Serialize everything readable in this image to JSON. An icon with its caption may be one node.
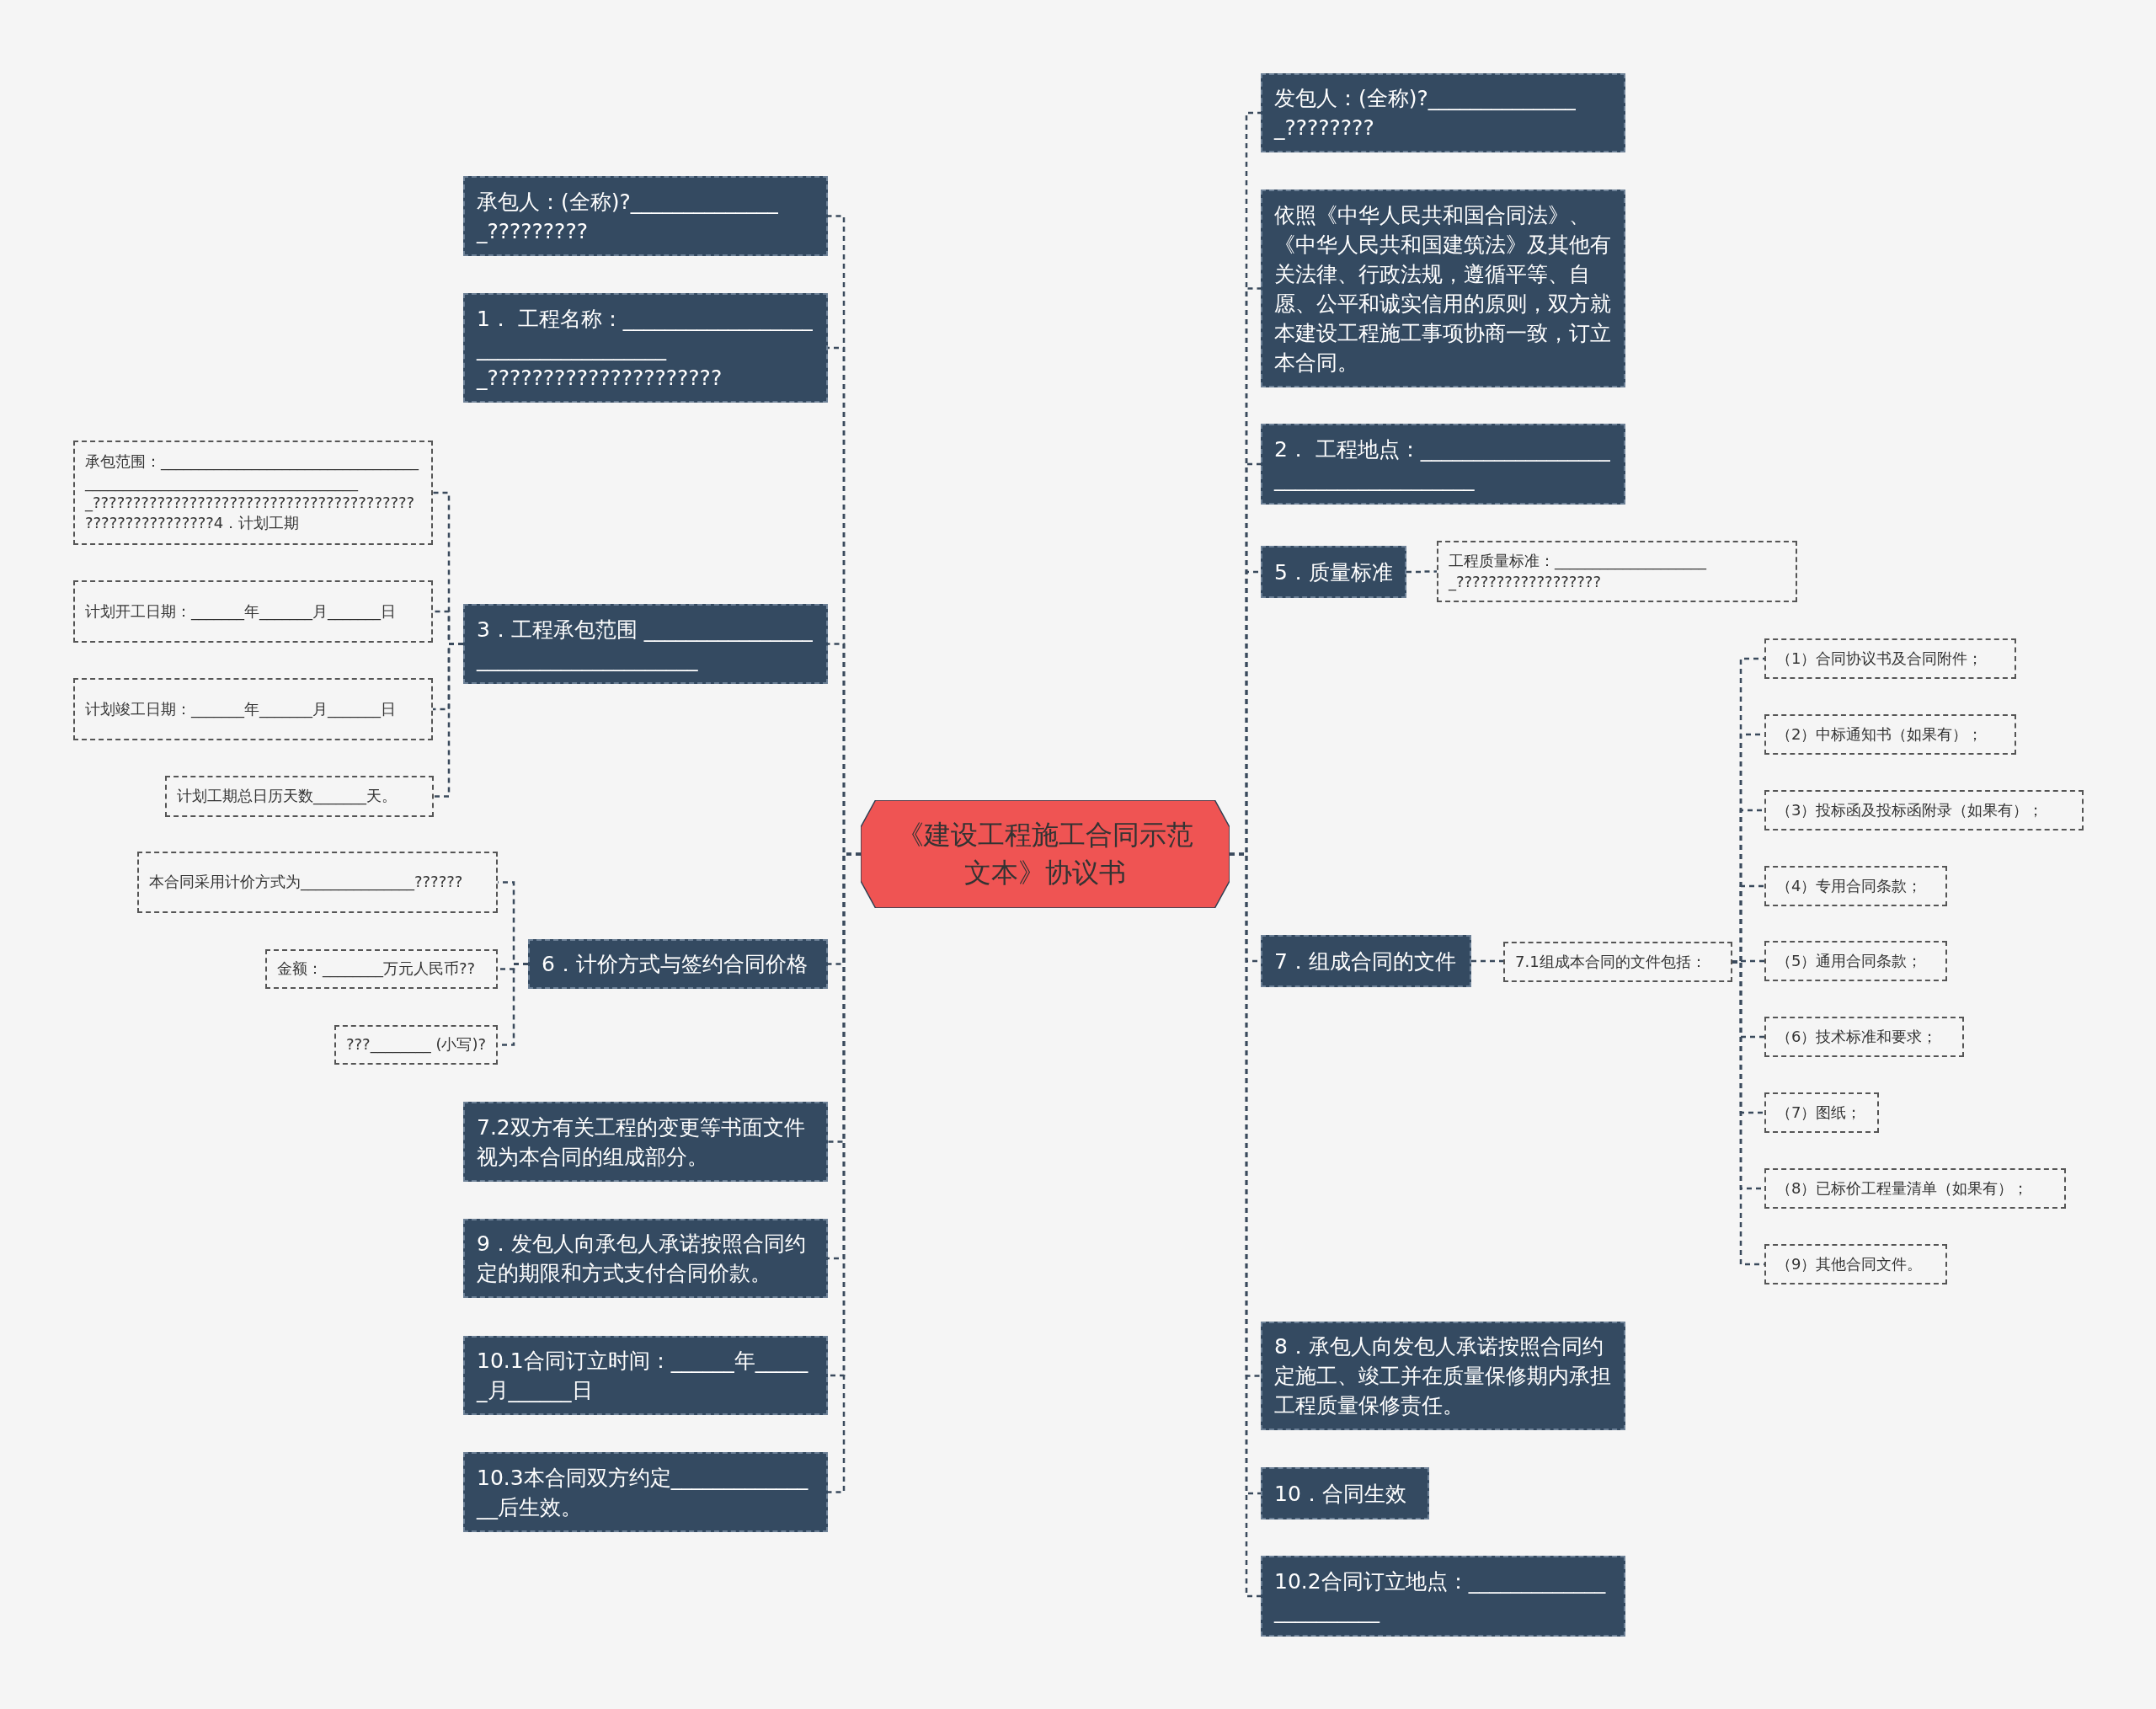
{
  "diagram": {
    "nodes": [
      {
        "text": [
          "《建设工程施工合同示范文本》协议书"
        ]
      },
      {
        "text": [
          "发包人：(全称)?_______________????????"
        ]
      },
      {
        "text": [
          "依照《中华人民共和国合同法》、《中华人民共和国建筑法》及其他有关法律、行政法规，遵循平等、自愿、公平和诚实信用的原则，双方就本建设工程施工事项协商一致，订立本合同。"
        ]
      },
      {
        "text": [
          "2．  工程地点：_____________________________________"
        ]
      },
      {
        "text": [
          "5．质量标准"
        ]
      },
      {
        "text": [
          "工程质量标准：_____________________??????????????????"
        ]
      },
      {
        "text": [
          "7．组成合同的文件"
        ]
      },
      {
        "text": [
          "7.1组成本合同的文件包括："
        ]
      },
      {
        "text": [
          "（1）合同协议书及合同附件；"
        ]
      },
      {
        "text": [
          "（2）中标通知书（如果有）；"
        ]
      },
      {
        "text": [
          "（3）投标函及投标函附录（如果有）；"
        ]
      },
      {
        "text": [
          "（4）专用合同条款；"
        ]
      },
      {
        "text": [
          "（5）通用合同条款；"
        ]
      },
      {
        "text": [
          "（6）技术标准和要求；"
        ]
      },
      {
        "text": [
          "（7）图纸；"
        ]
      },
      {
        "text": [
          "（8）已标价工程量清单（如果有）；"
        ]
      },
      {
        "text": [
          "（9）其他合同文件。"
        ]
      },
      {
        "text": [
          "8．承包人向发包人承诺按照合同约定施工、竣工并在质量保修期内承担工程质量保修责任。"
        ]
      },
      {
        "text": [
          "10．合同生效"
        ]
      },
      {
        "text": [
          "10.2合同订立地点：_______________________"
        ]
      },
      {
        "text": [
          "承包人：(全称)?_______________?????????"
        ]
      },
      {
        "text": [
          "1．  工程名称：_____________________________________?????????????????????"
        ]
      },
      {
        "text": [
          "3．工程承包范围 _____________________________________"
        ]
      },
      {
        "text": [
          "承包范围：_______________________________________________________________________????????????????????????????????????????????????????????4．计划工期"
        ]
      },
      {
        "text": [
          "计划开工日期：_______年_______月_______日"
        ]
      },
      {
        "text": [
          "计划竣工日期：_______年_______月_______日"
        ]
      },
      {
        "text": [
          "计划工期总日历天数_______天。"
        ]
      },
      {
        "text": [
          "6．计价方式与签约合同价格"
        ]
      },
      {
        "text": [
          "本合同采用计价方式为_______________??????"
        ]
      },
      {
        "text": [
          "金额：________万元人民币??"
        ]
      },
      {
        "text": [
          "???________ (小写)?"
        ]
      },
      {
        "text": [
          "7.2双方有关工程的变更等书面文件视为本合同的组成部分。"
        ]
      },
      {
        "text": [
          "9．发包人向承包人承诺按照合同约定的期限和方式支付合同价款。"
        ]
      },
      {
        "text": [
          "10.1合同订立时间：______年______月______日"
        ]
      },
      {
        "text": [
          "10.3本合同双方约定_______________后生效。"
        ]
      }
    ],
    "edges": [
      {
        "from": 0,
        "to": 1,
        "arrow": "none"
      },
      {
        "from": 0,
        "to": 2,
        "arrow": "none"
      },
      {
        "from": 0,
        "to": 3,
        "arrow": "none"
      },
      {
        "from": 0,
        "to": 4,
        "arrow": "none"
      },
      {
        "from": 4,
        "to": 5,
        "arrow": "none"
      },
      {
        "from": 0,
        "to": 6,
        "arrow": "none"
      },
      {
        "from": 6,
        "to": 7,
        "arrow": "none"
      },
      {
        "from": 7,
        "to": 8,
        "arrow": "none"
      },
      {
        "from": 7,
        "to": 9,
        "arrow": "none"
      },
      {
        "from": 7,
        "to": 10,
        "arrow": "none"
      },
      {
        "from": 7,
        "to": 11,
        "arrow": "none"
      },
      {
        "from": 7,
        "to": 12,
        "arrow": "none"
      },
      {
        "from": 7,
        "to": 13,
        "arrow": "none"
      },
      {
        "from": 7,
        "to": 14,
        "arrow": "none"
      },
      {
        "from": 7,
        "to": 15,
        "arrow": "none"
      },
      {
        "from": 7,
        "to": 16,
        "arrow": "none"
      },
      {
        "from": 0,
        "to": 17,
        "arrow": "none"
      },
      {
        "from": 0,
        "to": 18,
        "arrow": "none"
      },
      {
        "from": 0,
        "to": 19,
        "arrow": "none"
      },
      {
        "from": 0,
        "to": 20,
        "arrow": "none"
      },
      {
        "from": 0,
        "to": 21,
        "arrow": "none"
      },
      {
        "from": 0,
        "to": 22,
        "arrow": "none"
      },
      {
        "from": 22,
        "to": 23,
        "arrow": "none"
      },
      {
        "from": 22,
        "to": 24,
        "arrow": "none"
      },
      {
        "from": 22,
        "to": 25,
        "arrow": "none"
      },
      {
        "from": 22,
        "to": 26,
        "arrow": "none"
      },
      {
        "from": 0,
        "to": 27,
        "arrow": "none"
      },
      {
        "from": 27,
        "to": 28,
        "arrow": "none"
      },
      {
        "from": 27,
        "to": 29,
        "arrow": "none"
      },
      {
        "from": 27,
        "to": 30,
        "arrow": "none"
      },
      {
        "from": 0,
        "to": 31,
        "arrow": "none"
      },
      {
        "from": 0,
        "to": 32,
        "arrow": "none"
      },
      {
        "from": 0,
        "to": 33,
        "arrow": "none"
      },
      {
        "from": 0,
        "to": 34,
        "arrow": "none"
      }
    ]
  }
}
